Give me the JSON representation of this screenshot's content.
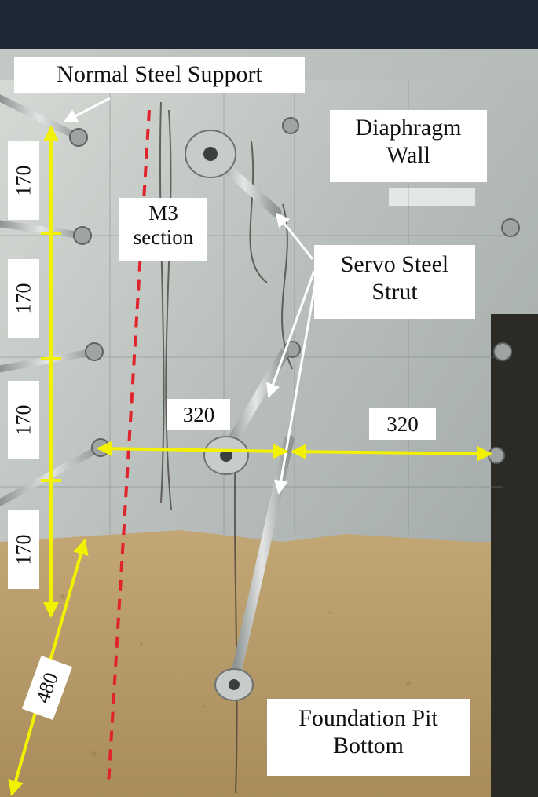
{
  "labels": {
    "normal_support": "Normal Steel Support",
    "diaphragm_line1": "Diaphragm",
    "diaphragm_line2": "Wall",
    "m3_line1": "M3",
    "m3_line2": "section",
    "servo_line1": "Servo Steel",
    "servo_line2": "Strut",
    "pit_line1": "Foundation Pit",
    "pit_line2": "Bottom"
  },
  "dimensions": {
    "vertical_spacing": [
      "170",
      "170",
      "170",
      "170"
    ],
    "horizontal_spacing": [
      "320",
      "320"
    ],
    "diagonal": "480"
  },
  "colors": {
    "dimension_line": "#f2f200",
    "arrow": "#ffffff",
    "section_line": "#e0242c",
    "label_background": "#ffffff",
    "sand": "#b89b6a",
    "steel_wall": "#c8ccc8"
  }
}
